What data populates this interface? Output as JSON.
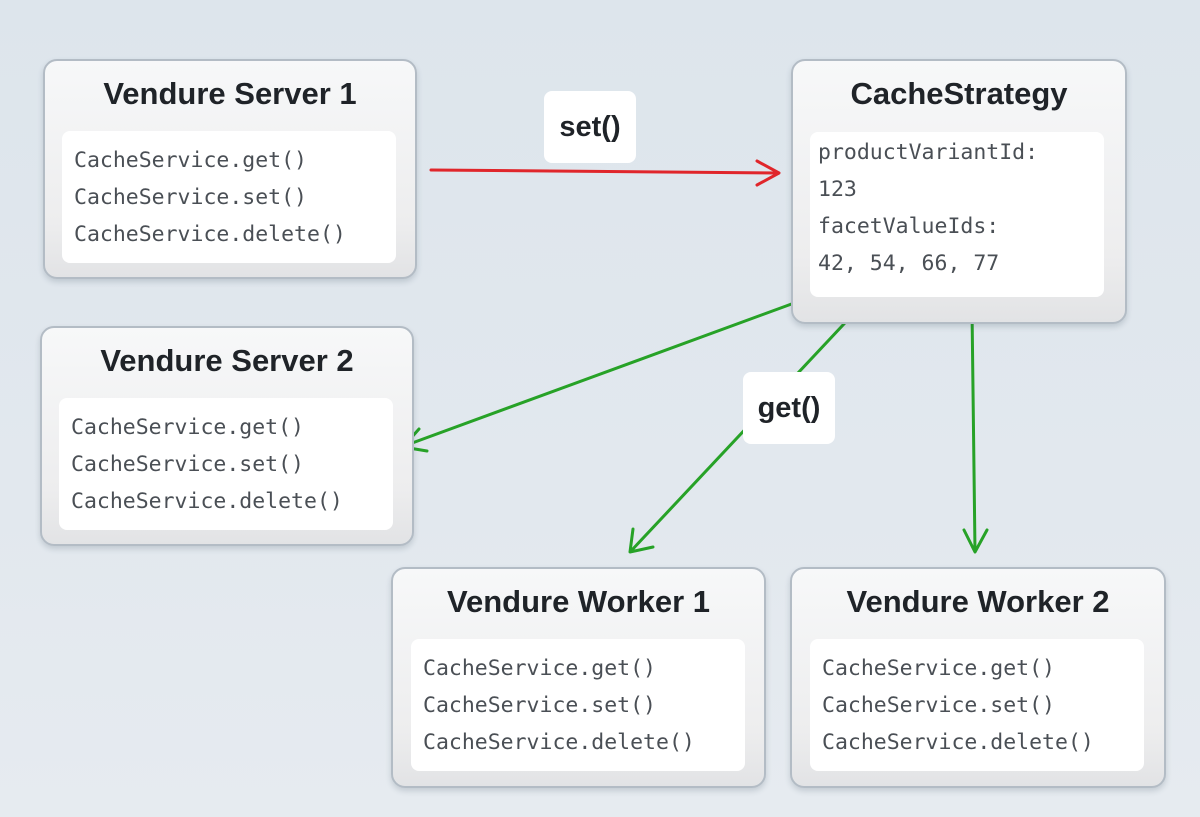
{
  "nodes": {
    "server1": {
      "title": "Vendure Server 1",
      "lines": [
        "CacheService.get()",
        "CacheService.set()",
        "CacheService.delete()"
      ]
    },
    "server2": {
      "title": "Vendure Server 2",
      "lines": [
        "CacheService.get()",
        "CacheService.set()",
        "CacheService.delete()"
      ]
    },
    "strategy": {
      "title": "CacheStrategy",
      "lines": [
        "productVariantId:",
        "123",
        "facetValueIds:",
        "42, 54, 66, 77"
      ]
    },
    "worker1": {
      "title": "Vendure Worker 1",
      "lines": [
        "CacheService.get()",
        "CacheService.set()",
        "CacheService.delete()"
      ]
    },
    "worker2": {
      "title": "Vendure Worker 2",
      "lines": [
        "CacheService.get()",
        "CacheService.set()",
        "CacheService.delete()"
      ]
    }
  },
  "edges": {
    "set_label": "set()",
    "get_label": "get()",
    "set_color": "#e0262b",
    "get_color": "#27a227"
  }
}
